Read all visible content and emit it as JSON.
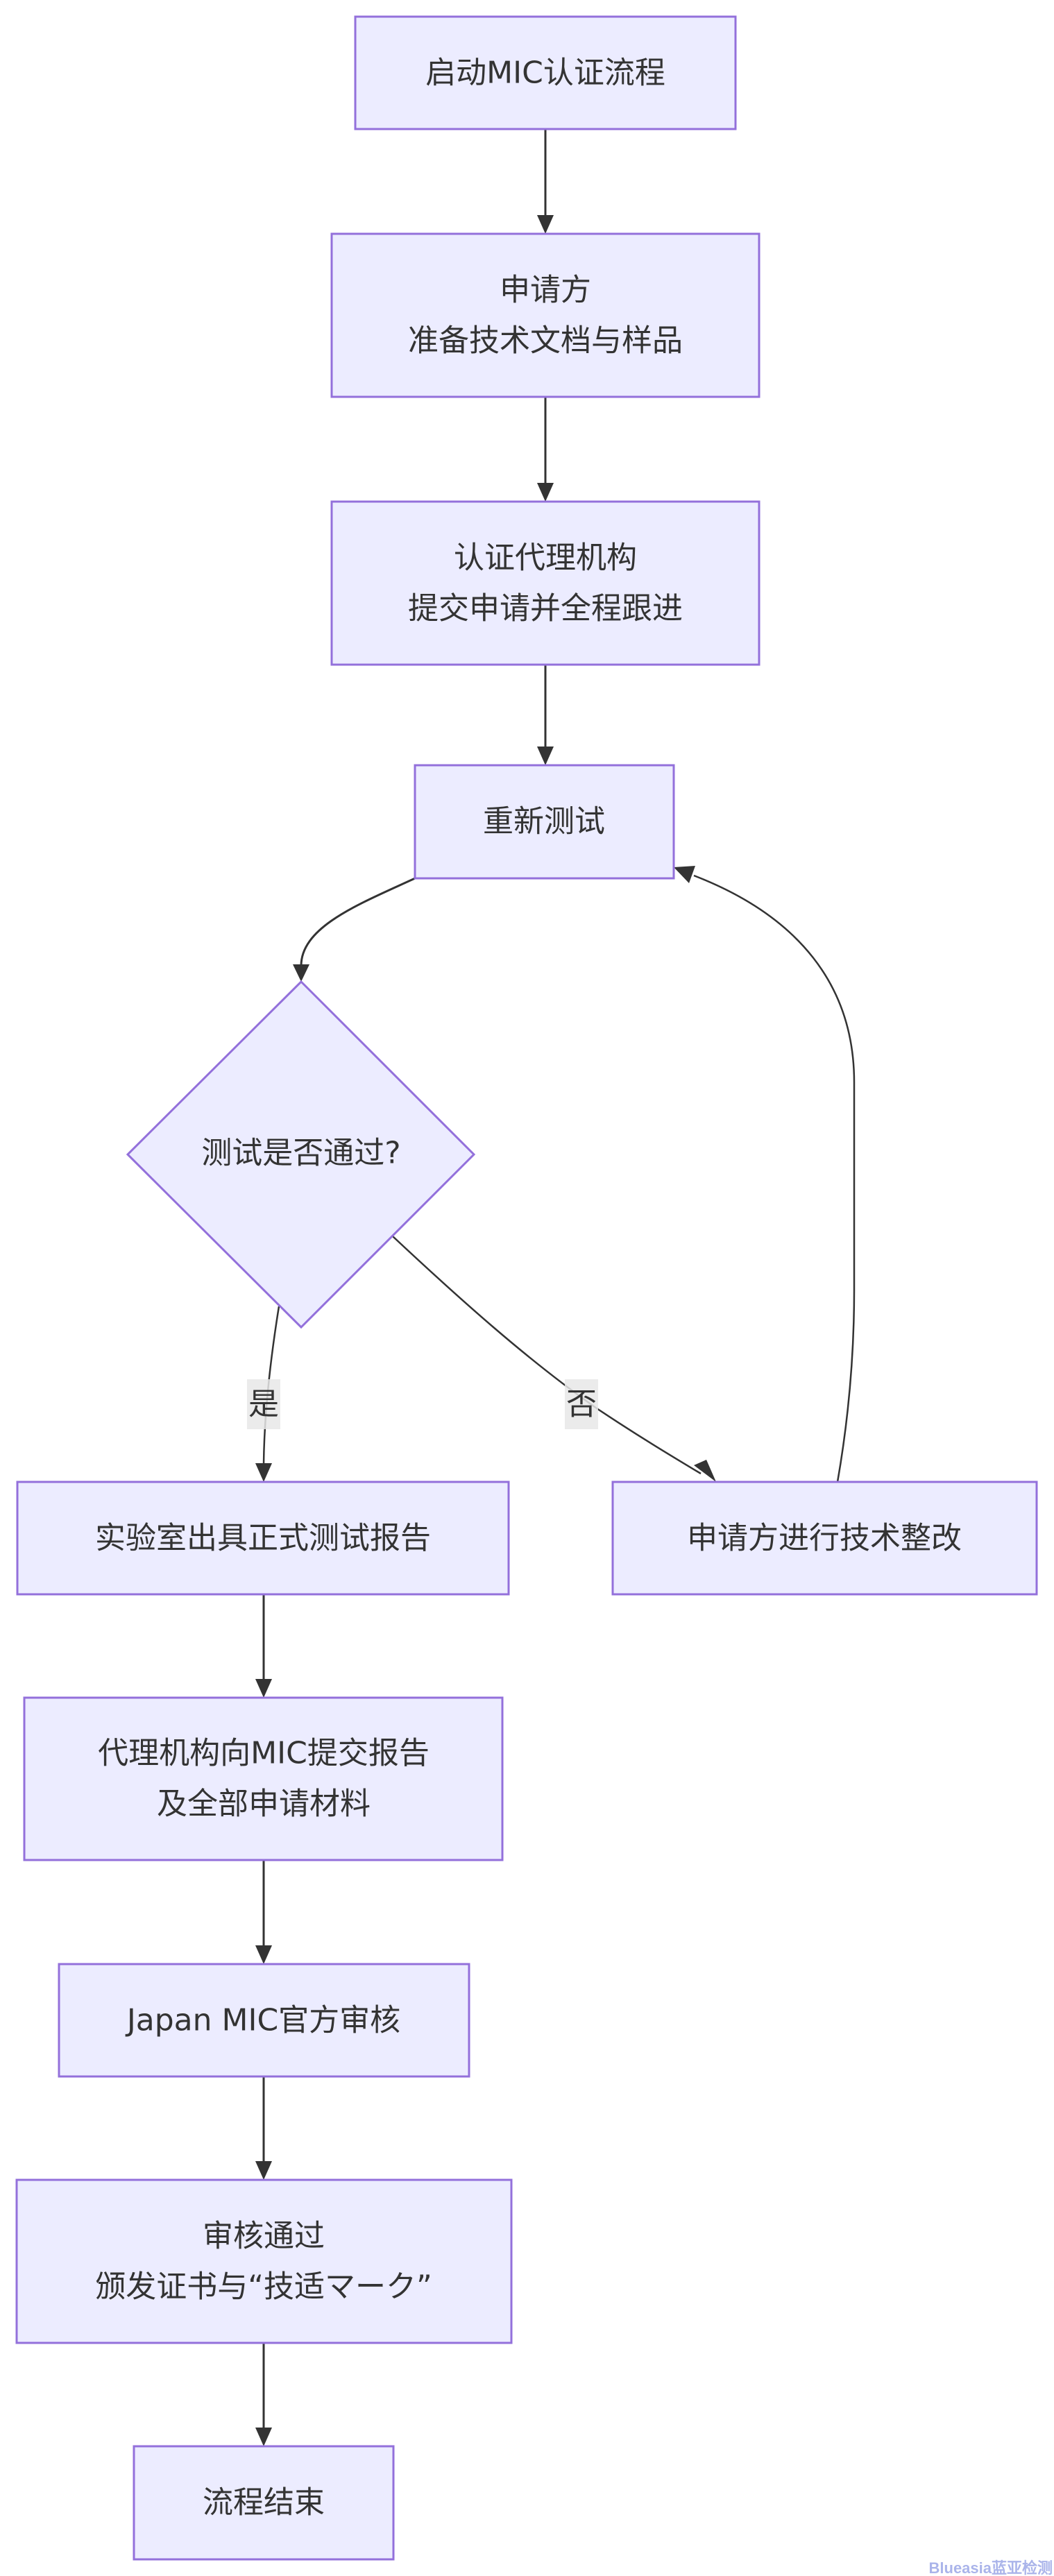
{
  "diagram": {
    "type": "flowchart",
    "nodes": {
      "start": {
        "lines": [
          "启动MIC认证流程"
        ]
      },
      "applicant_prepare": {
        "lines": [
          "申请方",
          "准备技术文档与样品"
        ]
      },
      "agency_submit": {
        "lines": [
          "认证代理机构",
          "提交申请并全程跟进"
        ]
      },
      "retest": {
        "lines": [
          "重新测试"
        ]
      },
      "decision": {
        "lines": [
          "测试是否通过?"
        ]
      },
      "lab_report": {
        "lines": [
          "实验室出具正式测试报告"
        ]
      },
      "applicant_fix": {
        "lines": [
          "申请方进行技术整改"
        ]
      },
      "agency_to_mic": {
        "lines": [
          "代理机构向MIC提交报告",
          "及全部申请材料"
        ]
      },
      "mic_review": {
        "lines": [
          "Japan MIC官方审核"
        ]
      },
      "approved": {
        "lines": [
          "审核通过",
          "颁发证书与“技适マーク”"
        ]
      },
      "end": {
        "lines": [
          "流程结束"
        ]
      }
    },
    "edges": [
      {
        "from": "start",
        "to": "applicant_prepare",
        "label": ""
      },
      {
        "from": "applicant_prepare",
        "to": "agency_submit",
        "label": ""
      },
      {
        "from": "agency_submit",
        "to": "retest",
        "label": ""
      },
      {
        "from": "retest",
        "to": "decision",
        "label": ""
      },
      {
        "from": "decision",
        "to": "lab_report",
        "label": "是"
      },
      {
        "from": "decision",
        "to": "applicant_fix",
        "label": "否"
      },
      {
        "from": "applicant_fix",
        "to": "retest",
        "label": ""
      },
      {
        "from": "lab_report",
        "to": "agency_to_mic",
        "label": ""
      },
      {
        "from": "agency_to_mic",
        "to": "mic_review",
        "label": ""
      },
      {
        "from": "mic_review",
        "to": "approved",
        "label": ""
      },
      {
        "from": "approved",
        "to": "end",
        "label": ""
      }
    ],
    "edge_labels": {
      "yes": "是",
      "no": "否"
    }
  },
  "colors": {
    "node_fill": "#ECECFF",
    "node_stroke": "#9370DB",
    "text": "#333333",
    "edge": "#333333",
    "edge_label_bg": "#E8E8E8",
    "watermark": "#AAB4EA"
  },
  "watermark": "Blueasia蓝亚检测"
}
